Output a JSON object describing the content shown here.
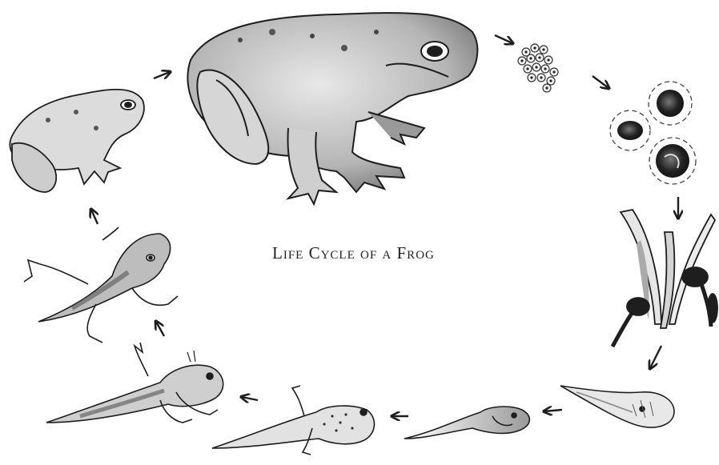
{
  "title": "Life Cycle of a Frog",
  "stages": [
    {
      "name": "adult-frog"
    },
    {
      "name": "frog-spawn"
    },
    {
      "name": "eggs-embryos"
    },
    {
      "name": "hatchlings-on-plant"
    },
    {
      "name": "tadpole-early"
    },
    {
      "name": "tadpole"
    },
    {
      "name": "tadpole-with-back-legs"
    },
    {
      "name": "tadpole-with-four-legs"
    },
    {
      "name": "froglet-with-tail"
    },
    {
      "name": "young-frog"
    }
  ],
  "colors": {
    "ink": "#1e1e1e",
    "shade": "#6a6a6a",
    "light": "#bdbdbd",
    "background": "#ffffff"
  }
}
